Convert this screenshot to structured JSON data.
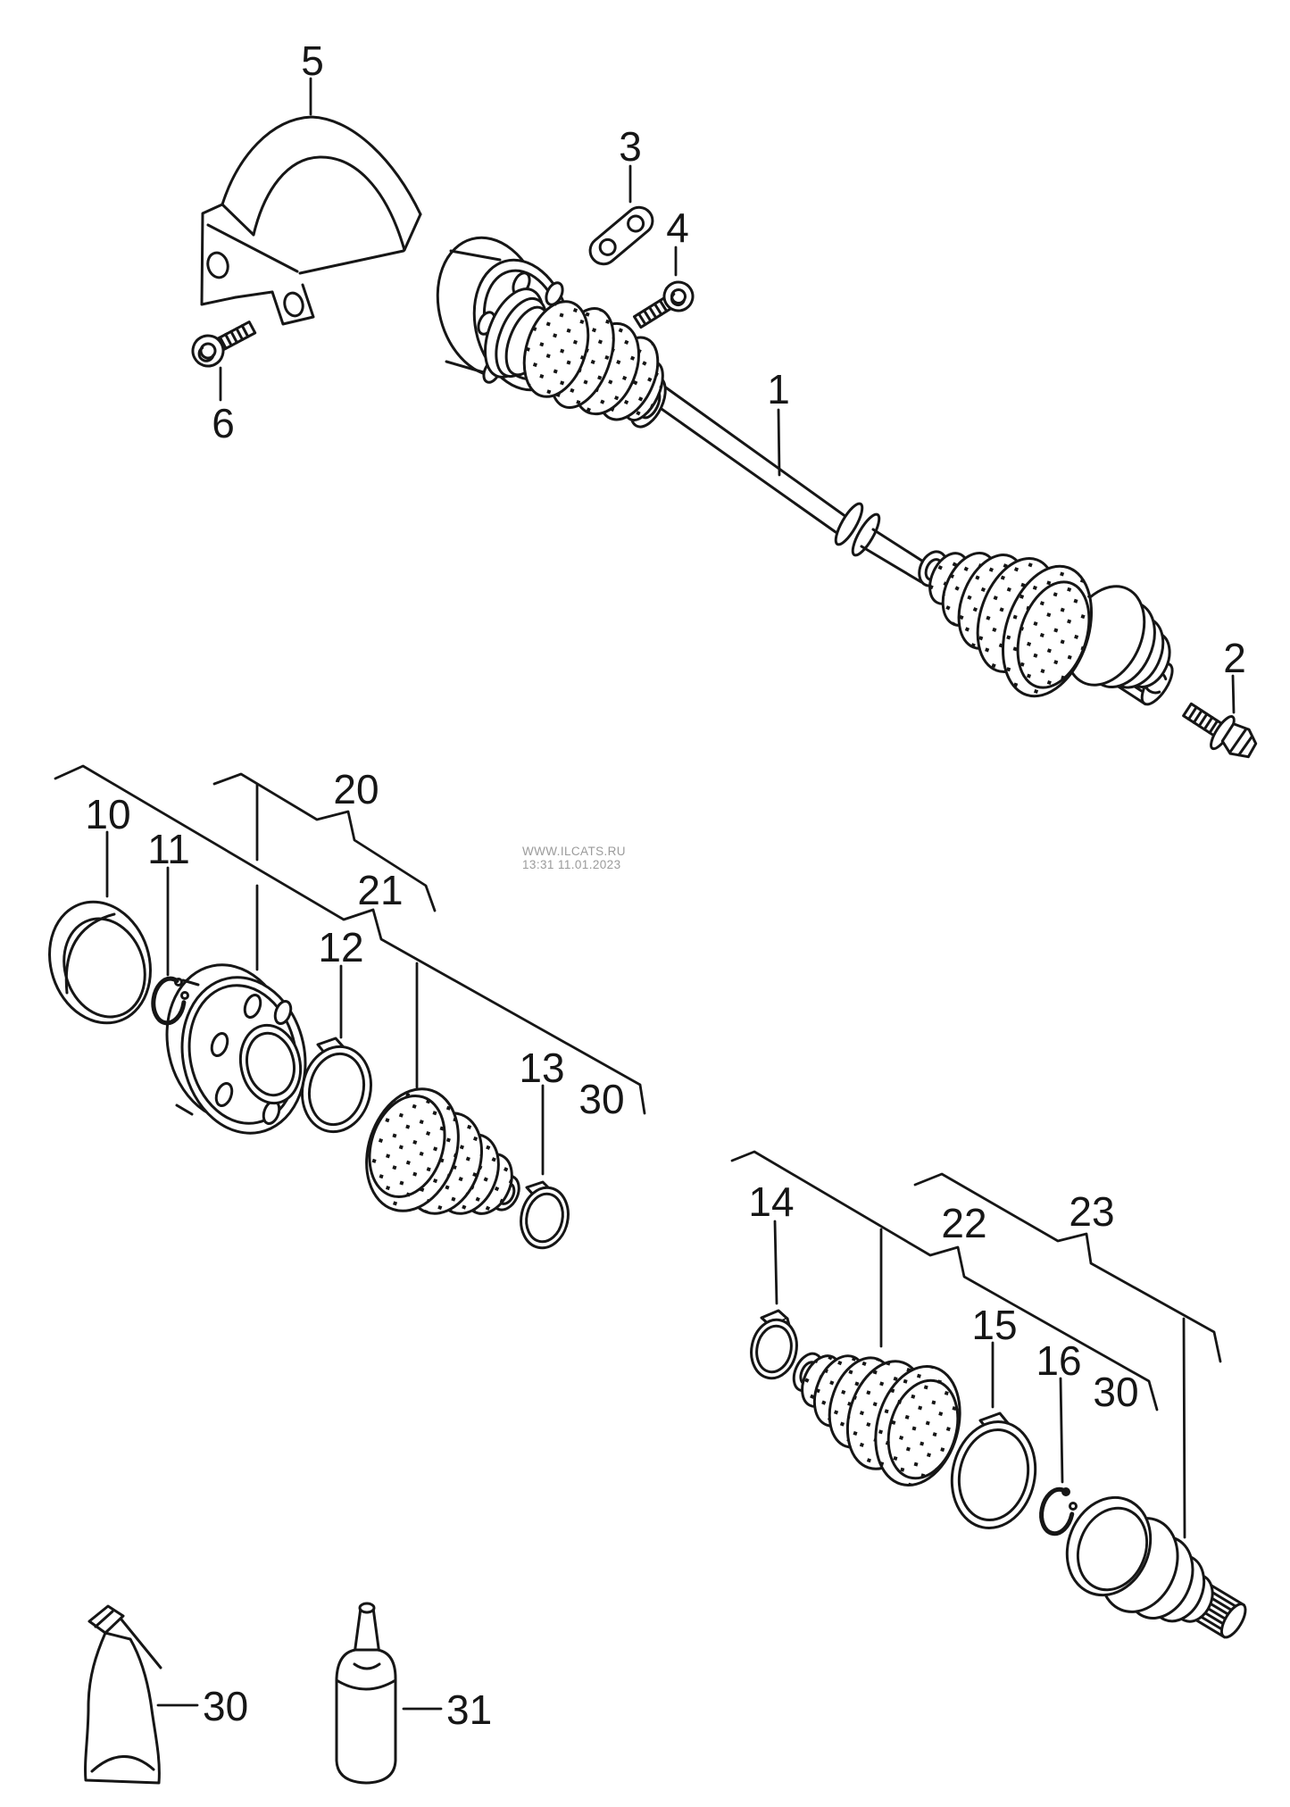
{
  "colors": {
    "line": "#161616",
    "label": "#161616",
    "watermark_text": "#9b9b9b",
    "background": "#ffffff"
  },
  "watermark": {
    "line1": "WWW.ILCATS.RU",
    "line2": "13:31 11.01.2023"
  },
  "callouts": {
    "p1": "1",
    "p2": "2",
    "p3": "3",
    "p4": "4",
    "p5": "5",
    "p6": "6",
    "p10": "10",
    "p11": "11",
    "p12": "12",
    "p13": "13",
    "p14": "14",
    "p15": "15",
    "p16": "16",
    "p20": "20",
    "p21": "21",
    "p22": "22",
    "p23": "23",
    "p30_group21": "30",
    "p30_group22": "30",
    "p30_tube": "30",
    "p31": "31"
  }
}
